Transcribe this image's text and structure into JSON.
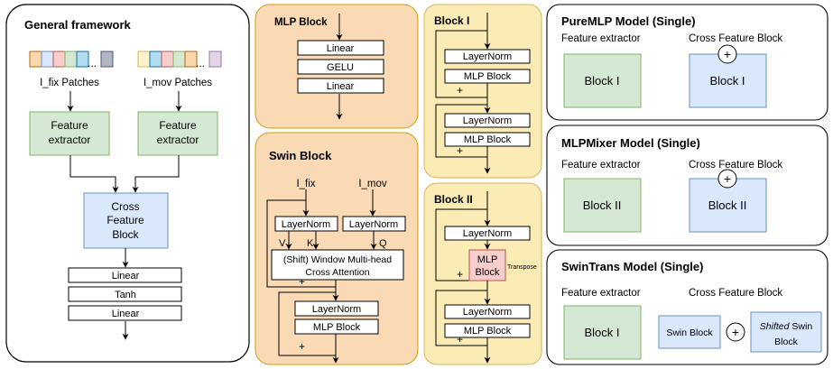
{
  "general": {
    "title": "General framework",
    "patches_left": "I_fix Patches",
    "patches_right": "I_mov Patches",
    "ellipsis": "...",
    "feature_extractor": [
      "Feature",
      "extractor"
    ],
    "cross_feature_block": [
      "Cross",
      "Feature",
      "Block"
    ],
    "head_layers": [
      "Linear",
      "Tanh",
      "Linear"
    ]
  },
  "mlp_block": {
    "title": "MLP Block",
    "layers": [
      "Linear",
      "GELU",
      "Linear"
    ]
  },
  "swin_block": {
    "title": "Swin Block",
    "input_left": "I_fix",
    "input_right": "I_mov",
    "layernorm": "LayerNorm",
    "v_label": "V",
    "k_label": "K",
    "q_label": "Q",
    "attention": [
      "(Shift) Window Multi-head",
      "Cross Attention"
    ],
    "mlp": "MLP Block",
    "plus": "+"
  },
  "block1": {
    "title": "Block I",
    "layernorm": "LayerNorm",
    "mlp": "MLP Block",
    "plus": "+"
  },
  "block2": {
    "title": "Block II",
    "layernorm": "LayerNorm",
    "mlp_block_lines": [
      "MLP",
      "Block"
    ],
    "transpose": "Transpose",
    "mlp": "MLP Block",
    "plus": "+"
  },
  "pure_mlp": {
    "title": "PureMLP Model (Single)",
    "fe_label": "Feature extractor",
    "cfb_label": "Cross Feature Block",
    "fe_block": "Block I",
    "cfb_block": "Block I",
    "plus": "+"
  },
  "mlp_mixer": {
    "title": "MLPMixer Model (Single)",
    "fe_label": "Feature extractor",
    "cfb_label": "Cross Feature Block",
    "fe_block": "Block II",
    "cfb_block": "Block II",
    "plus": "+"
  },
  "swin_trans": {
    "title": "SwinTrans Model (Single)",
    "fe_label": "Feature extractor",
    "cfb_label": "Cross Feature Block",
    "fe_block": "Block I",
    "swin_block": "Swin Block",
    "shifted_word": "Shifted",
    "shifted_rest": " Swin",
    "shifted_line2": "Block",
    "plus": "+"
  },
  "colors": {
    "green_fill": "#d5e8d4",
    "green_stroke": "#82b366",
    "blue_fill": "#dae8fc",
    "blue_stroke": "#6c8ebf",
    "orange_fill": "#fad9b5",
    "orange_stroke": "#d79b00",
    "yellow_fill": "#fbebb4",
    "yellow_stroke": "#d6b656",
    "red_fill": "#f8cecc",
    "red_stroke": "#b85450",
    "patch_colors": [
      "#fad7ac",
      "#dae8fc",
      "#f8cecc",
      "#d5e8d4",
      "#b1ddf0",
      "#b0b7bf"
    ]
  }
}
